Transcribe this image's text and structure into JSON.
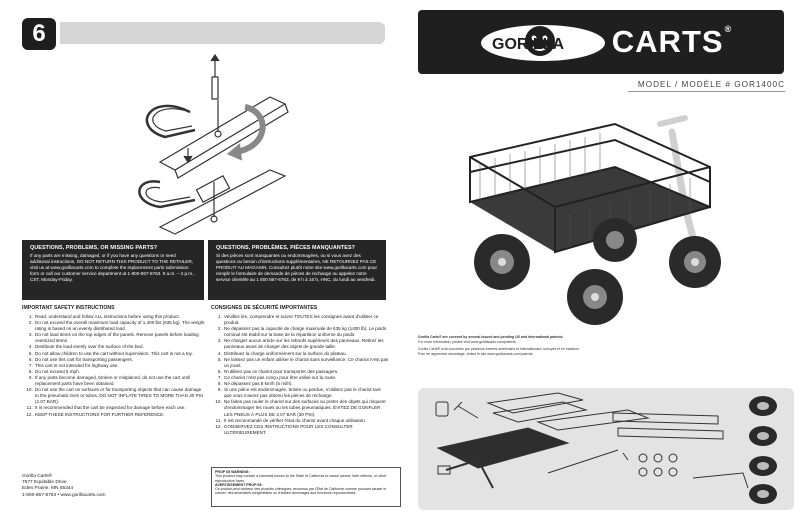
{
  "step": {
    "number": "6"
  },
  "contact_en": {
    "title": "QUESTIONS, PROBLEMS, OR MISSING PARTS?",
    "body": "If any parts are missing, damaged, or if you have any questions or need additional instructions, DO NOT RETURN THIS PRODUCT TO THE RETAILER, visit us at www.gorillacarts.com to complete the replacement parts submission form or call our customer service department at 1-800-867-6763. 9 a.m. – 4 p.m., CST, Monday-Friday."
  },
  "contact_fr": {
    "title": "QUESTIONS, PROBLÈMES, PIÈCES MANQUANTES?",
    "body": "Si des pièces sont manquantes ou endommagées, ou si vous avez des questions ou besoin d'instructions supplémentaires, NE RETOURNEZ PAS CE PRODUIT AU MAGASIN. Consultez plutôt notre site www.gorillacarts.com pour remplir le formulaire de demande de pièces de rechange ou appelez notre service clientèle au 1 800 867-6763, de 9 h à 16 h, HNC, du lundi au vendredi."
  },
  "safety_en": {
    "title": "IMPORTANT SAFETY INSTRUCTIONS",
    "items": [
      "Read, understand and follow ALL instructions before using this product.",
      "Do not exceed the overall maximum load capacity of 1,400 lbs (635 kg). The weight rating is based on an evenly distributed load.",
      "Do not load items on the top edges of the panels. Remove panels before loading oversized items.",
      "Distribute the load evenly over the surface of the bed.",
      "Do not allow children to use the cart without supervision. This cart is not a toy.",
      "Do not use this cart for transporting passengers.",
      "This cart is not intended for highway use.",
      "Do not exceed 5 mph.",
      "If any parts become damaged, broken or misplaced, do not use the cart until replacement parts have been obtained.",
      "Do not use the cart on surfaces or for transporting objects that can cause damage to the pneumatic tires or tubes. DO NOT INFLATE TIRES TO MORE THAN 30 PSI (2.07 BAR).",
      "It is recommended that the cart be inspected for damage before each use.",
      "KEEP THESE INSTRUCTIONS FOR FURTHER REFERENCE."
    ]
  },
  "safety_fr": {
    "title": "CONSIGNES DE SÉCURITÉ IMPORTANTES",
    "items": [
      "Veuillez lire, comprendre et suivre TOUTES les consignes avant d'utiliser ce produit.",
      "Ne dépassez pas la capacité de charge maximale de 635 kg (1400 lb). Le poids nominal est établi sur la base de la répartition uniforme du poids.",
      "Ne chargez aucun article sur les rebords supérieurs des panneaux. Retirez les panneaux avant de charger des objets de grande taille.",
      "Distribuez la charge uniformément sur la surface du plateau.",
      "Ne laissez pas un enfant utiliser le chariot sans surveillance. Ce chariot n'est pas un jouet.",
      "N'utilisez pas ce chariot pour transporter des passagers.",
      "Ce chariot n'est pas conçu pour être utilisé sur la route.",
      "Ne dépassez pas 8 km/h (5 mi/h).",
      "Si une pièce est endommagée, brisée ou perdue, n'utilisez pas le chariot tant que vous n'aurez pas obtenu les pièces de rechange.",
      "Ne faites pas rouler le chariot sur des surfaces ou porter des objets qui risquent d'endommager les roues ou les tubes pneumatiques. ÉVITEZ DE GONFLER LES PNEUS À PLUS DE 2,07 BAR (30 PSI).",
      "Il est recommandé de vérifier l'état du chariot avant chaque utilisation.",
      "CONSERVEZ CES INSTRUCTIONS POUR LES CONSULTER ULTÉRIEUREMENT."
    ]
  },
  "address": {
    "lines": [
      "Gorilla Carts®",
      "7677 Equitable Drive",
      "Eden Prairie, MN 55344",
      "1-800-867-6763 • www.gorillacarts.com"
    ]
  },
  "prop65": {
    "lines": [
      "PROP 65 WARNING:",
      "This product may contain a chemical known to the State of California to cause cancer, birth defects, or other reproductive harm.",
      "AVERTISSEMENT PROP 65:",
      "Ce produit peut contenir des produits chimiques, reconnus par l'État de Californie comme pouvant causer le cancer, des anomalies congénitales ou d'autres dommages aux fonctions reproductrices."
    ]
  },
  "brand": {
    "name": "CARTS",
    "logo_word": "GORILLA",
    "registered": "®"
  },
  "model": {
    "label": "MODEL / MODÈLE # GOR1400C"
  },
  "patents": {
    "en": [
      "Gorilla Carts® are covered by several issued and pending US and international patents.",
      "For more information, please visit www.gorillacarts.com/patents"
    ],
    "fr": [
      "Gorilla Carts® sont couvertes par plusieurs brevets américains et internationaux octroyés et en instance.",
      "Pour en apprendre davantage, visitez le site www.gorillacarts.com/patents"
    ]
  },
  "colors": {
    "dark": "#1f1f1f",
    "panel": "#d6d6d6",
    "parts_bg": "#e3e3e3",
    "handle": "#dcdcdc"
  }
}
